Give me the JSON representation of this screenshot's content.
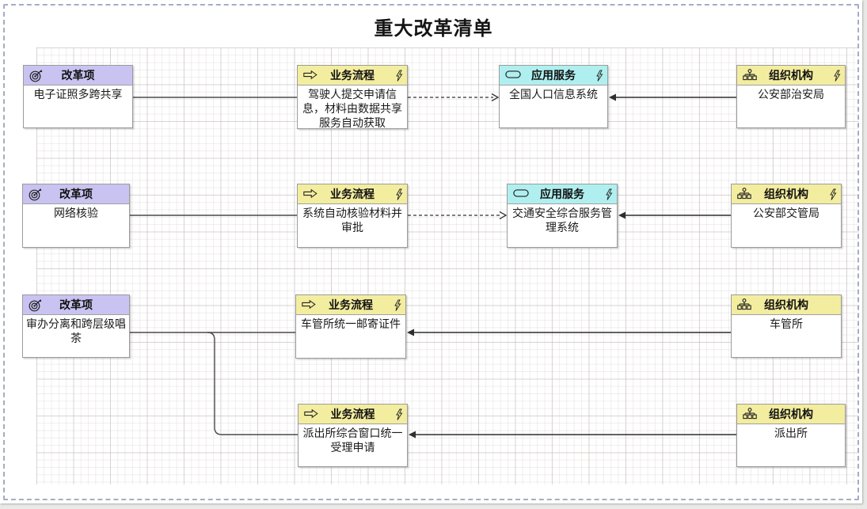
{
  "page": {
    "title": "重大改革清单"
  },
  "types": {
    "reform": "改革项",
    "process": "业务流程",
    "app_service": "应用服务",
    "organization": "组织机构"
  },
  "colors": {
    "reform_header": "#c9c3f1",
    "process_header": "#f3eda0",
    "app_service_header": "#b0efef",
    "organization_header": "#f3eda0",
    "connector": "#3d3d3d",
    "page_border_dash": "#a3aec5"
  },
  "icons": {
    "reform": "target-icon",
    "process": "process-arrow-icon",
    "app_service": "application-service-icon",
    "organization": "organization-icon",
    "flash": "lightning-icon"
  },
  "rows": [
    {
      "reform": "电子证照多跨共享",
      "process": "驾驶人提交申请信息，材料由数据共享服务自动获取",
      "app_service": "全国人口信息系统",
      "organization": "公安部治安局"
    },
    {
      "reform": "网络核验",
      "process": "系统自动核验材料并审批",
      "app_service": "交通安全综合服务管理系统",
      "organization": "公安部交管局"
    },
    {
      "reform": "审办分离和跨层级唱茶",
      "process": "车管所统一邮寄证件",
      "organization": "车管所"
    },
    {
      "process": "派出所综合窗口统一受理申请",
      "organization": "派出所"
    }
  ]
}
